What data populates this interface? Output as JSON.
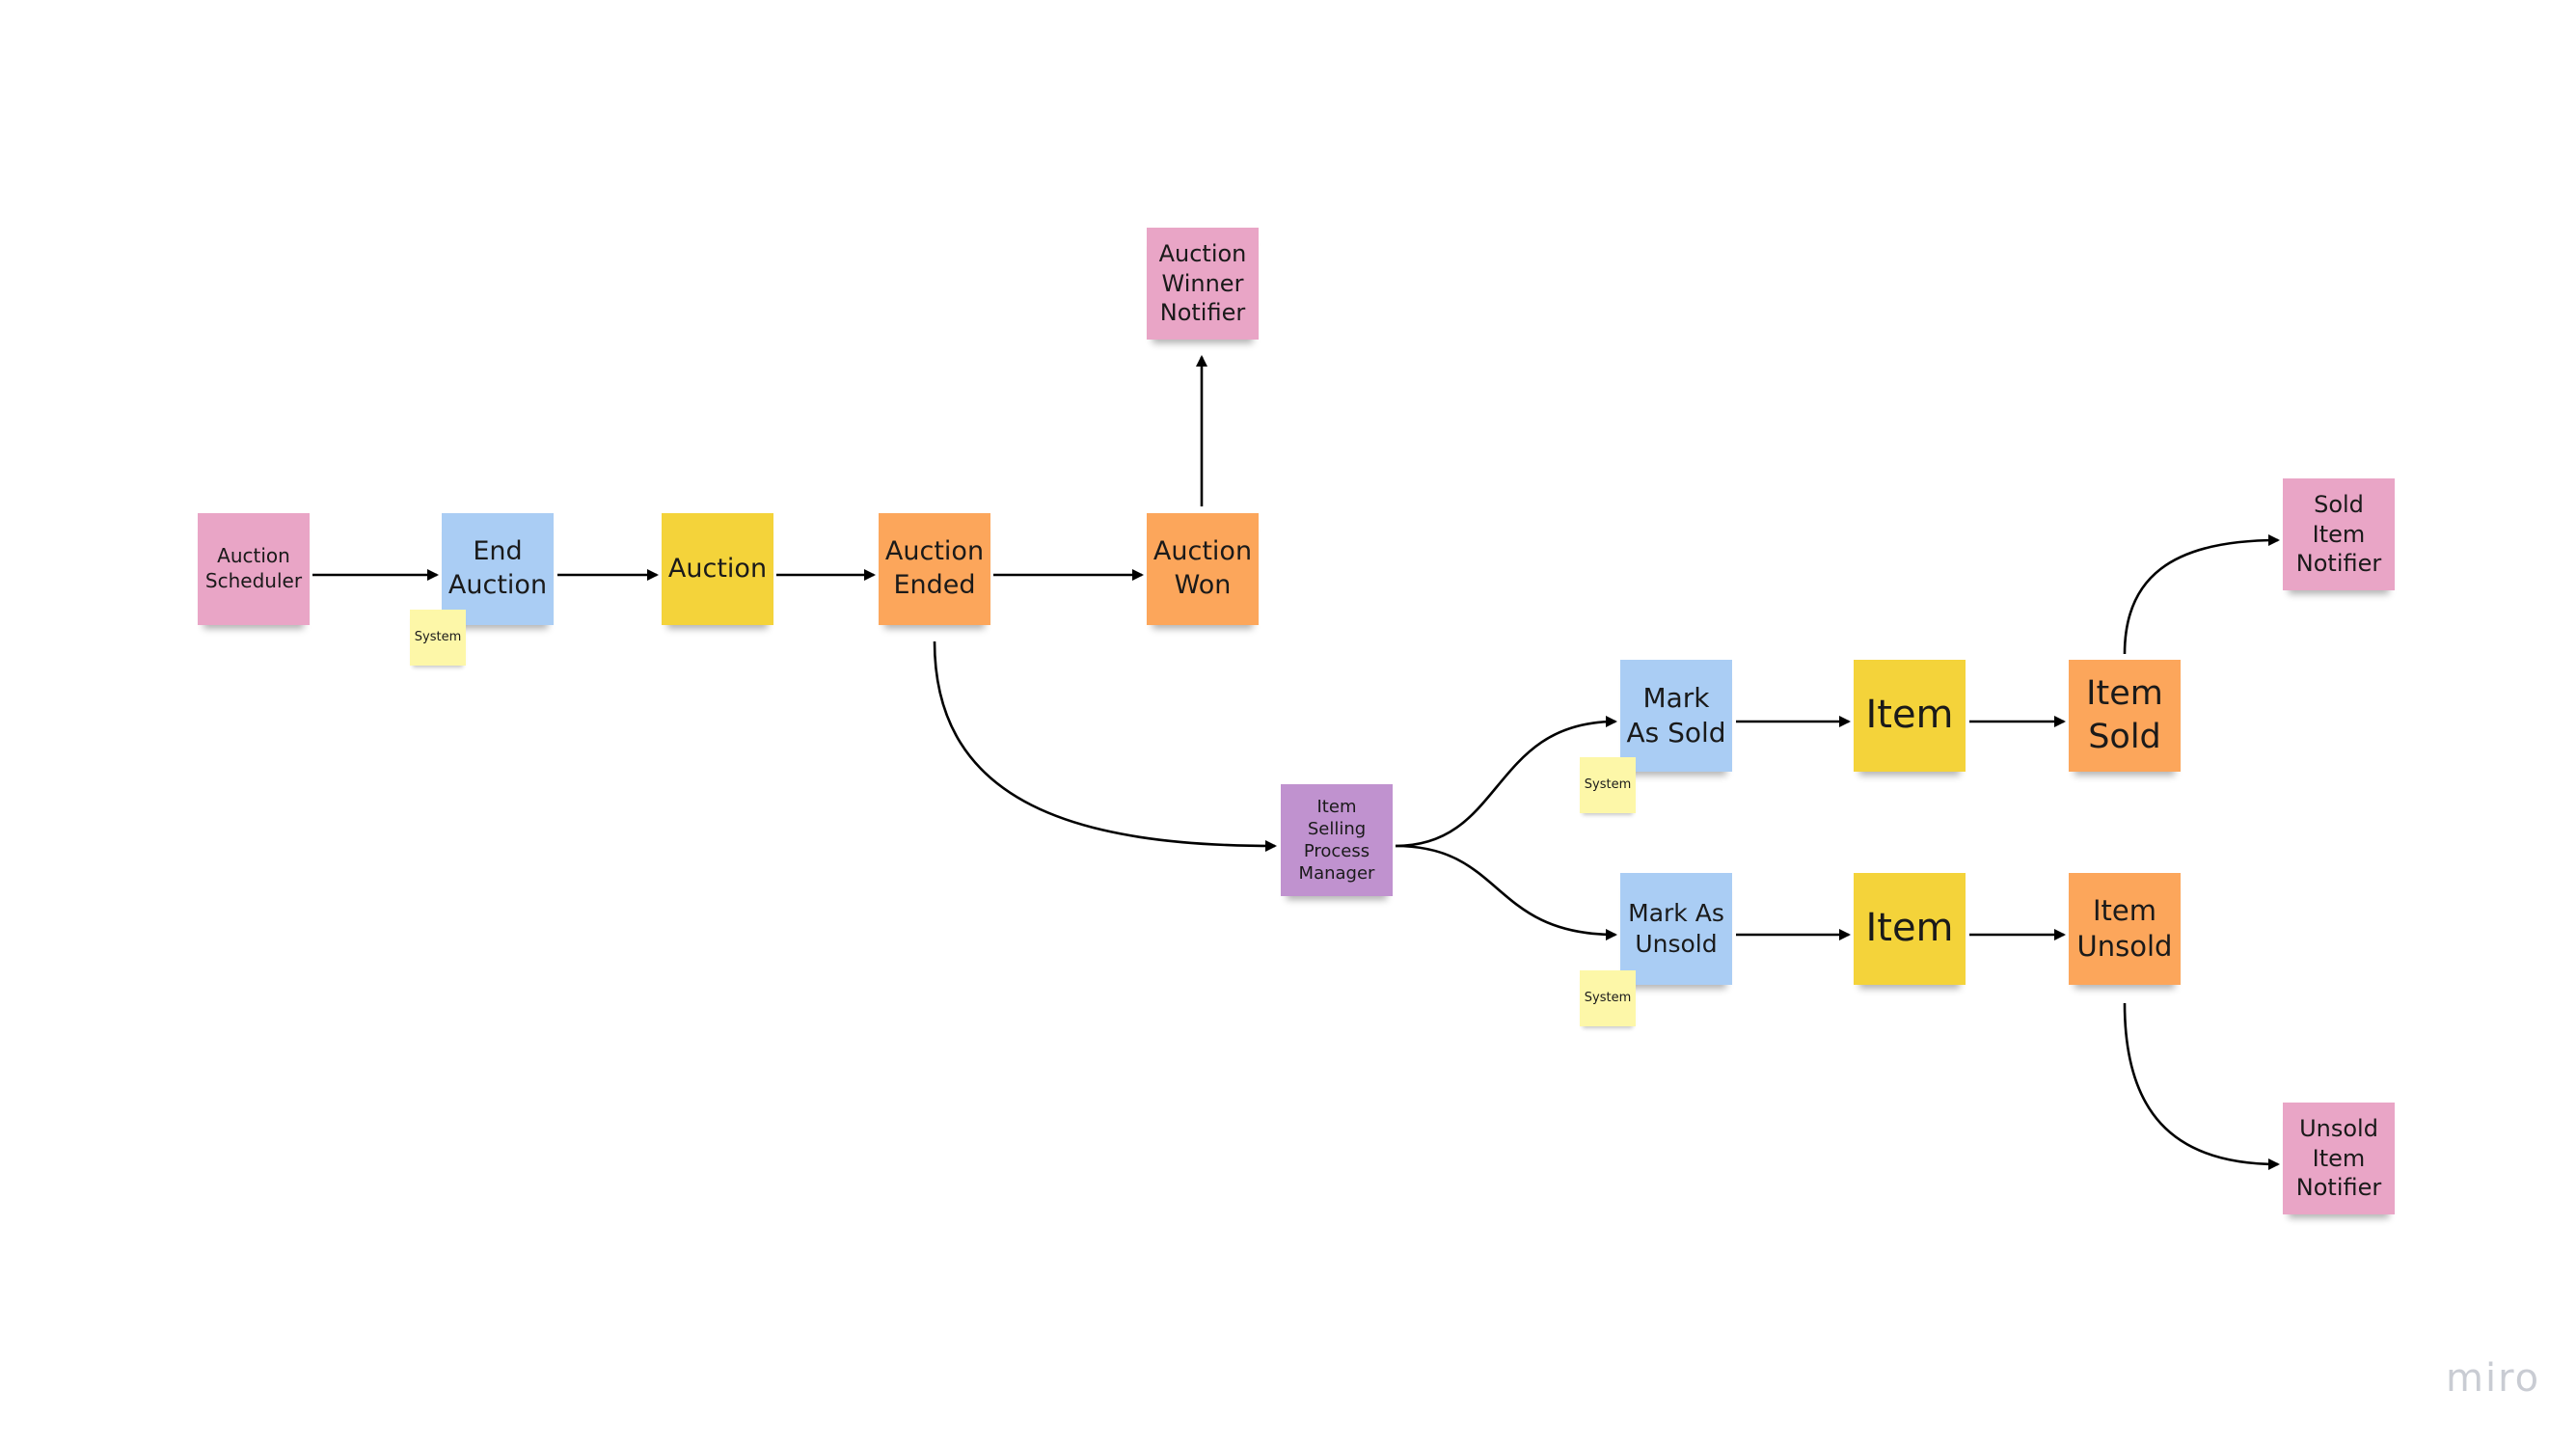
{
  "board": {
    "brand": "miro"
  },
  "colors": {
    "pink": "#e9a5c6",
    "blue": "#aacdf4",
    "yellow": "#f4d33a",
    "orange": "#fca65b",
    "purple": "#c092cf",
    "note": "#fdf7a8",
    "arrow": "#000000"
  },
  "nodes": {
    "auction_scheduler": "Auction\nScheduler",
    "end_auction": "End\nAuction",
    "auction": "Auction",
    "auction_ended": "Auction\nEnded",
    "auction_won": "Auction\nWon",
    "auction_winner_notifier": "Auction\nWinner\nNotifier",
    "item_selling_process_manager": "Item Selling\nProcess\nManager",
    "mark_as_sold": "Mark\nAs Sold",
    "mark_as_unsold": "Mark As\nUnsold",
    "item_1": "Item",
    "item_2": "Item",
    "item_sold": "Item\nSold",
    "item_unsold": "Item\nUnsold",
    "sold_item_notifier": "Sold\nItem\nNotifier",
    "unsold_item_notifier": "Unsold\nItem\nNotifier"
  },
  "notes": {
    "system_1": "System",
    "system_2": "System",
    "system_3": "System"
  },
  "edges": [
    {
      "from": "auction_scheduler",
      "to": "end_auction"
    },
    {
      "from": "end_auction",
      "to": "auction"
    },
    {
      "from": "auction",
      "to": "auction_ended"
    },
    {
      "from": "auction_ended",
      "to": "auction_won"
    },
    {
      "from": "auction_won",
      "to": "auction_winner_notifier"
    },
    {
      "from": "auction_ended",
      "to": "item_selling_process_manager"
    },
    {
      "from": "item_selling_process_manager",
      "to": "mark_as_sold"
    },
    {
      "from": "item_selling_process_manager",
      "to": "mark_as_unsold"
    },
    {
      "from": "mark_as_sold",
      "to": "item_1"
    },
    {
      "from": "item_1",
      "to": "item_sold"
    },
    {
      "from": "mark_as_unsold",
      "to": "item_2"
    },
    {
      "from": "item_2",
      "to": "item_unsold"
    },
    {
      "from": "item_sold",
      "to": "sold_item_notifier"
    },
    {
      "from": "item_unsold",
      "to": "unsold_item_notifier"
    }
  ]
}
